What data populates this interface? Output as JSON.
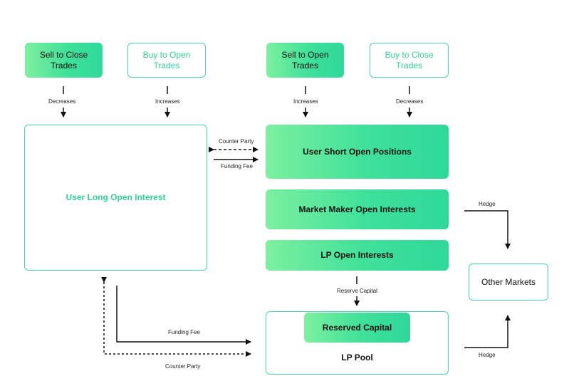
{
  "top_row": {
    "sell_to_close": "Sell to Close Trades",
    "buy_to_open_1": "Buy to Open Trades",
    "sell_to_open": "Sell to Open Trades",
    "buy_to_close": "Buy to Close Trades"
  },
  "arrow_labels": {
    "decreases_1": "Decreases",
    "increases_1": "Increases",
    "increases_2": "Increases",
    "decreases_2": "Decreases",
    "counter_party_top": "Counter Party",
    "funding_fee_top": "Funding Fee",
    "hedge_top": "Hedge",
    "reserve_capital": "Reserve Capital",
    "funding_fee_bottom": "Funding Fee",
    "counter_party_bottom": "Counter Party",
    "hedge_bottom": "Hedge"
  },
  "nodes": {
    "user_long": "User Long Open Interest",
    "user_short": "User Short Open Positions",
    "market_maker": "Market Maker Open Interests",
    "lp_open": "LP Open Interests",
    "other_markets": "Other Markets",
    "reserved_capital": "Reserved Capital",
    "lp_pool": "LP Pool"
  },
  "colors": {
    "green_start": "#7df0a0",
    "green_end": "#2fd89a",
    "outline_text": "#2fd393"
  }
}
